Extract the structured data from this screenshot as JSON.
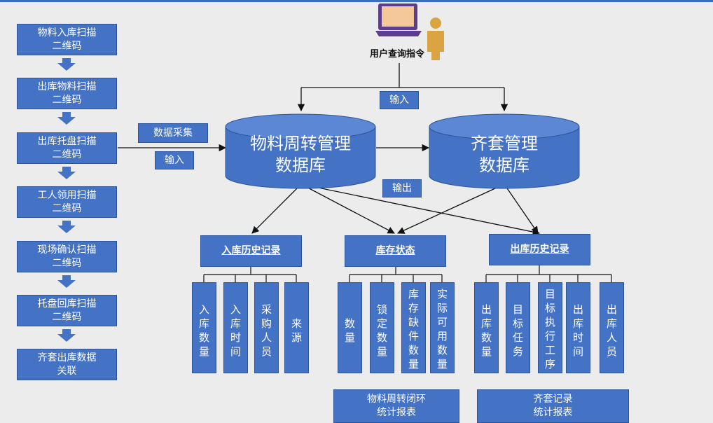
{
  "steps": [
    {
      "l1": "物料入库扫描",
      "l2": "二维码"
    },
    {
      "l1": "出库物料扫描",
      "l2": "二维码"
    },
    {
      "l1": "出库托盘扫描",
      "l2": "二维码"
    },
    {
      "l1": "工人领用扫描",
      "l2": "二维码"
    },
    {
      "l1": "现场确认扫描",
      "l2": "二维码"
    },
    {
      "l1": "托盘回库扫描",
      "l2": "二维码"
    },
    {
      "l1": "齐套出库数据",
      "l2": "关联"
    }
  ],
  "user": {
    "label": "用户查询指令"
  },
  "tags": {
    "data_collect": "数据采集",
    "input_left": "输入",
    "input_top": "输入",
    "output": "输出"
  },
  "db": {
    "material": {
      "l1": "物料周转管理",
      "l2": "数据库"
    },
    "kit": {
      "l1": "齐套管理",
      "l2": "数据库"
    }
  },
  "groups": {
    "inbound": {
      "title": "入库历史记录",
      "items": [
        "入库数量",
        "入库时间",
        "采购人员",
        "来源"
      ]
    },
    "stock": {
      "title": "库存状态",
      "items": [
        "数量",
        "锁定数量",
        "库存缺件数量",
        "实际可用数量"
      ]
    },
    "outbound": {
      "title": "出库历史记录",
      "items": [
        "出库数量",
        "目标任务",
        "目标执行工序",
        "出库时间",
        "出库人员"
      ]
    }
  },
  "reports": {
    "material": {
      "l1": "物料周转闭环",
      "l2": "统计报表"
    },
    "kit": {
      "l1": "齐套记录",
      "l2": "统计报表"
    }
  },
  "colors": {
    "box": "#4472c4",
    "border": "#2f5597",
    "background": "#ececec",
    "monitor": "#5b3f8c",
    "person": "#d9a441"
  }
}
